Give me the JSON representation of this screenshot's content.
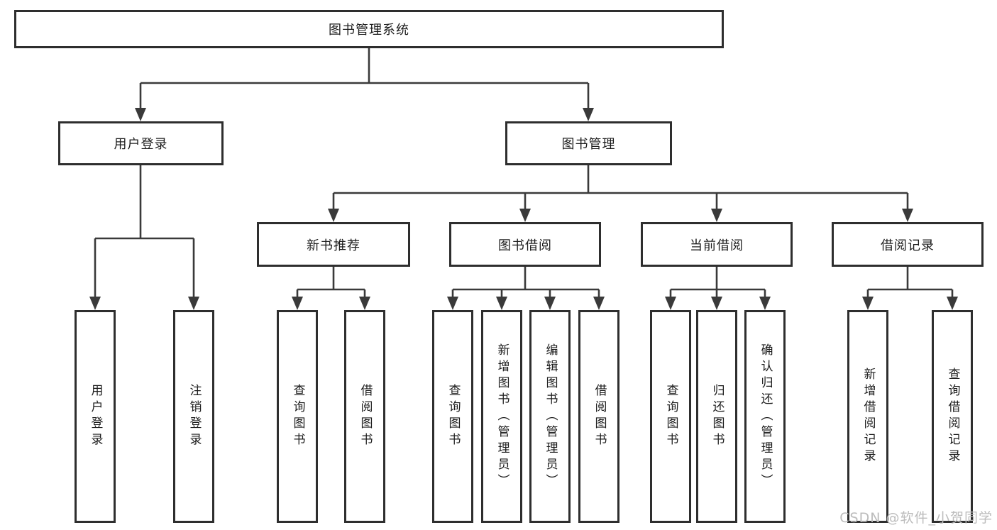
{
  "diagram": {
    "root": "图书管理系统",
    "branches": {
      "user_login": {
        "label": "用户登录",
        "leaves": [
          "用户登录",
          "注销登录"
        ]
      },
      "book_mgmt": {
        "label": "图书管理",
        "groups": [
          {
            "label": "新书推荐",
            "leaves": [
              "查询图书",
              "借阅图书"
            ]
          },
          {
            "label": "图书借阅",
            "leaves": [
              "查询图书",
              "新增图书（管理员）",
              "编辑图书（管理员）",
              "借阅图书"
            ]
          },
          {
            "label": "当前借阅",
            "leaves": [
              "查询图书",
              "归还图书",
              "确认归还（管理员）"
            ]
          },
          {
            "label": "借阅记录",
            "leaves": [
              "新增借阅记录",
              "查询借阅记录"
            ]
          }
        ]
      }
    },
    "watermark": "CSDN @软件_小贺同学",
    "colors": {
      "line": "#3a3a3a",
      "box_border": "#2e2e2e",
      "text": "#1c1c1c",
      "watermark": "#bcbcbc",
      "background": "#ffffff"
    }
  }
}
